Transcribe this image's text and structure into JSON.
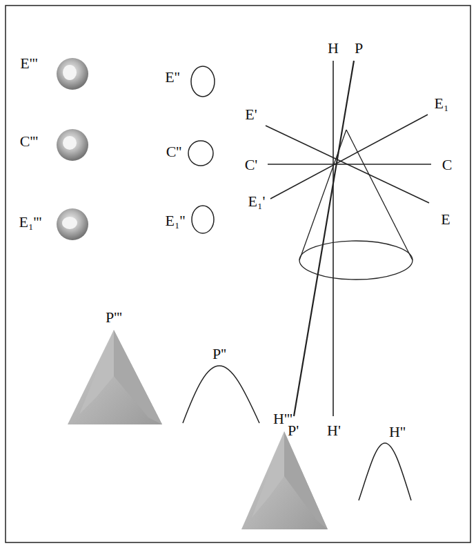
{
  "diagram": {
    "labels": [
      "E'''",
      "C'''",
      "E₁'''",
      "E''",
      "C''",
      "E₁''",
      "H",
      "P",
      "E'",
      "E₁",
      "C'",
      "C",
      "E₁'",
      "E",
      "P'",
      "H'",
      "P'''",
      "P''",
      "H'''",
      "H''"
    ]
  }
}
